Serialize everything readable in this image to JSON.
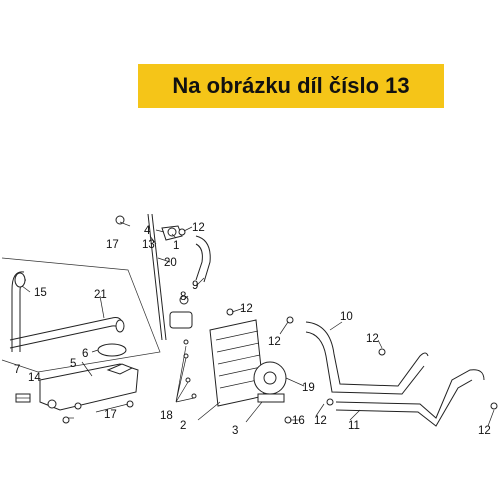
{
  "banner": {
    "text": "Na obrázku díl číslo 13",
    "background": "#f5c518",
    "text_color": "#111111"
  },
  "diagram": {
    "line_color": "#222222",
    "callouts": {
      "c1": "1",
      "c2": "2",
      "c3": "3",
      "c4": "4",
      "c5": "5",
      "c6": "6",
      "c7": "7",
      "c8": "8",
      "c9": "9",
      "c10": "10",
      "c11": "11",
      "c12a": "12",
      "c12b": "12",
      "c12c": "12",
      "c12d": "12",
      "c12e": "12",
      "c12f": "12",
      "c13": "13",
      "c14": "14",
      "c15": "15",
      "c16": "16",
      "c17a": "17",
      "c17b": "17",
      "c18": "18",
      "c19": "19",
      "c20": "20",
      "c21": "21"
    }
  }
}
